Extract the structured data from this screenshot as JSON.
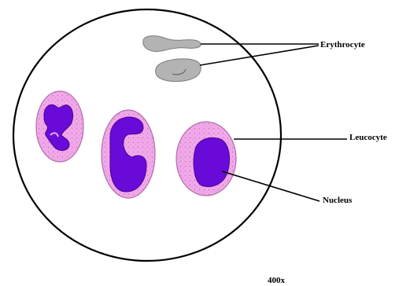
{
  "labels": {
    "erythrocyte": "Erythrocyte",
    "leucocyte": "Leucocyte",
    "nucleus": "Nucleus",
    "magnification": "400x"
  },
  "colors": {
    "field_outline": "#000000",
    "cytoplasm": "#f0a8e8",
    "cytoplasm_edge": "#c47fbf",
    "nucleus": "#6a0ad8",
    "nucleus_edge": "#4a068f",
    "erythrocyte": "#b3b3b3",
    "erythrocyte_edge": "#777777"
  }
}
